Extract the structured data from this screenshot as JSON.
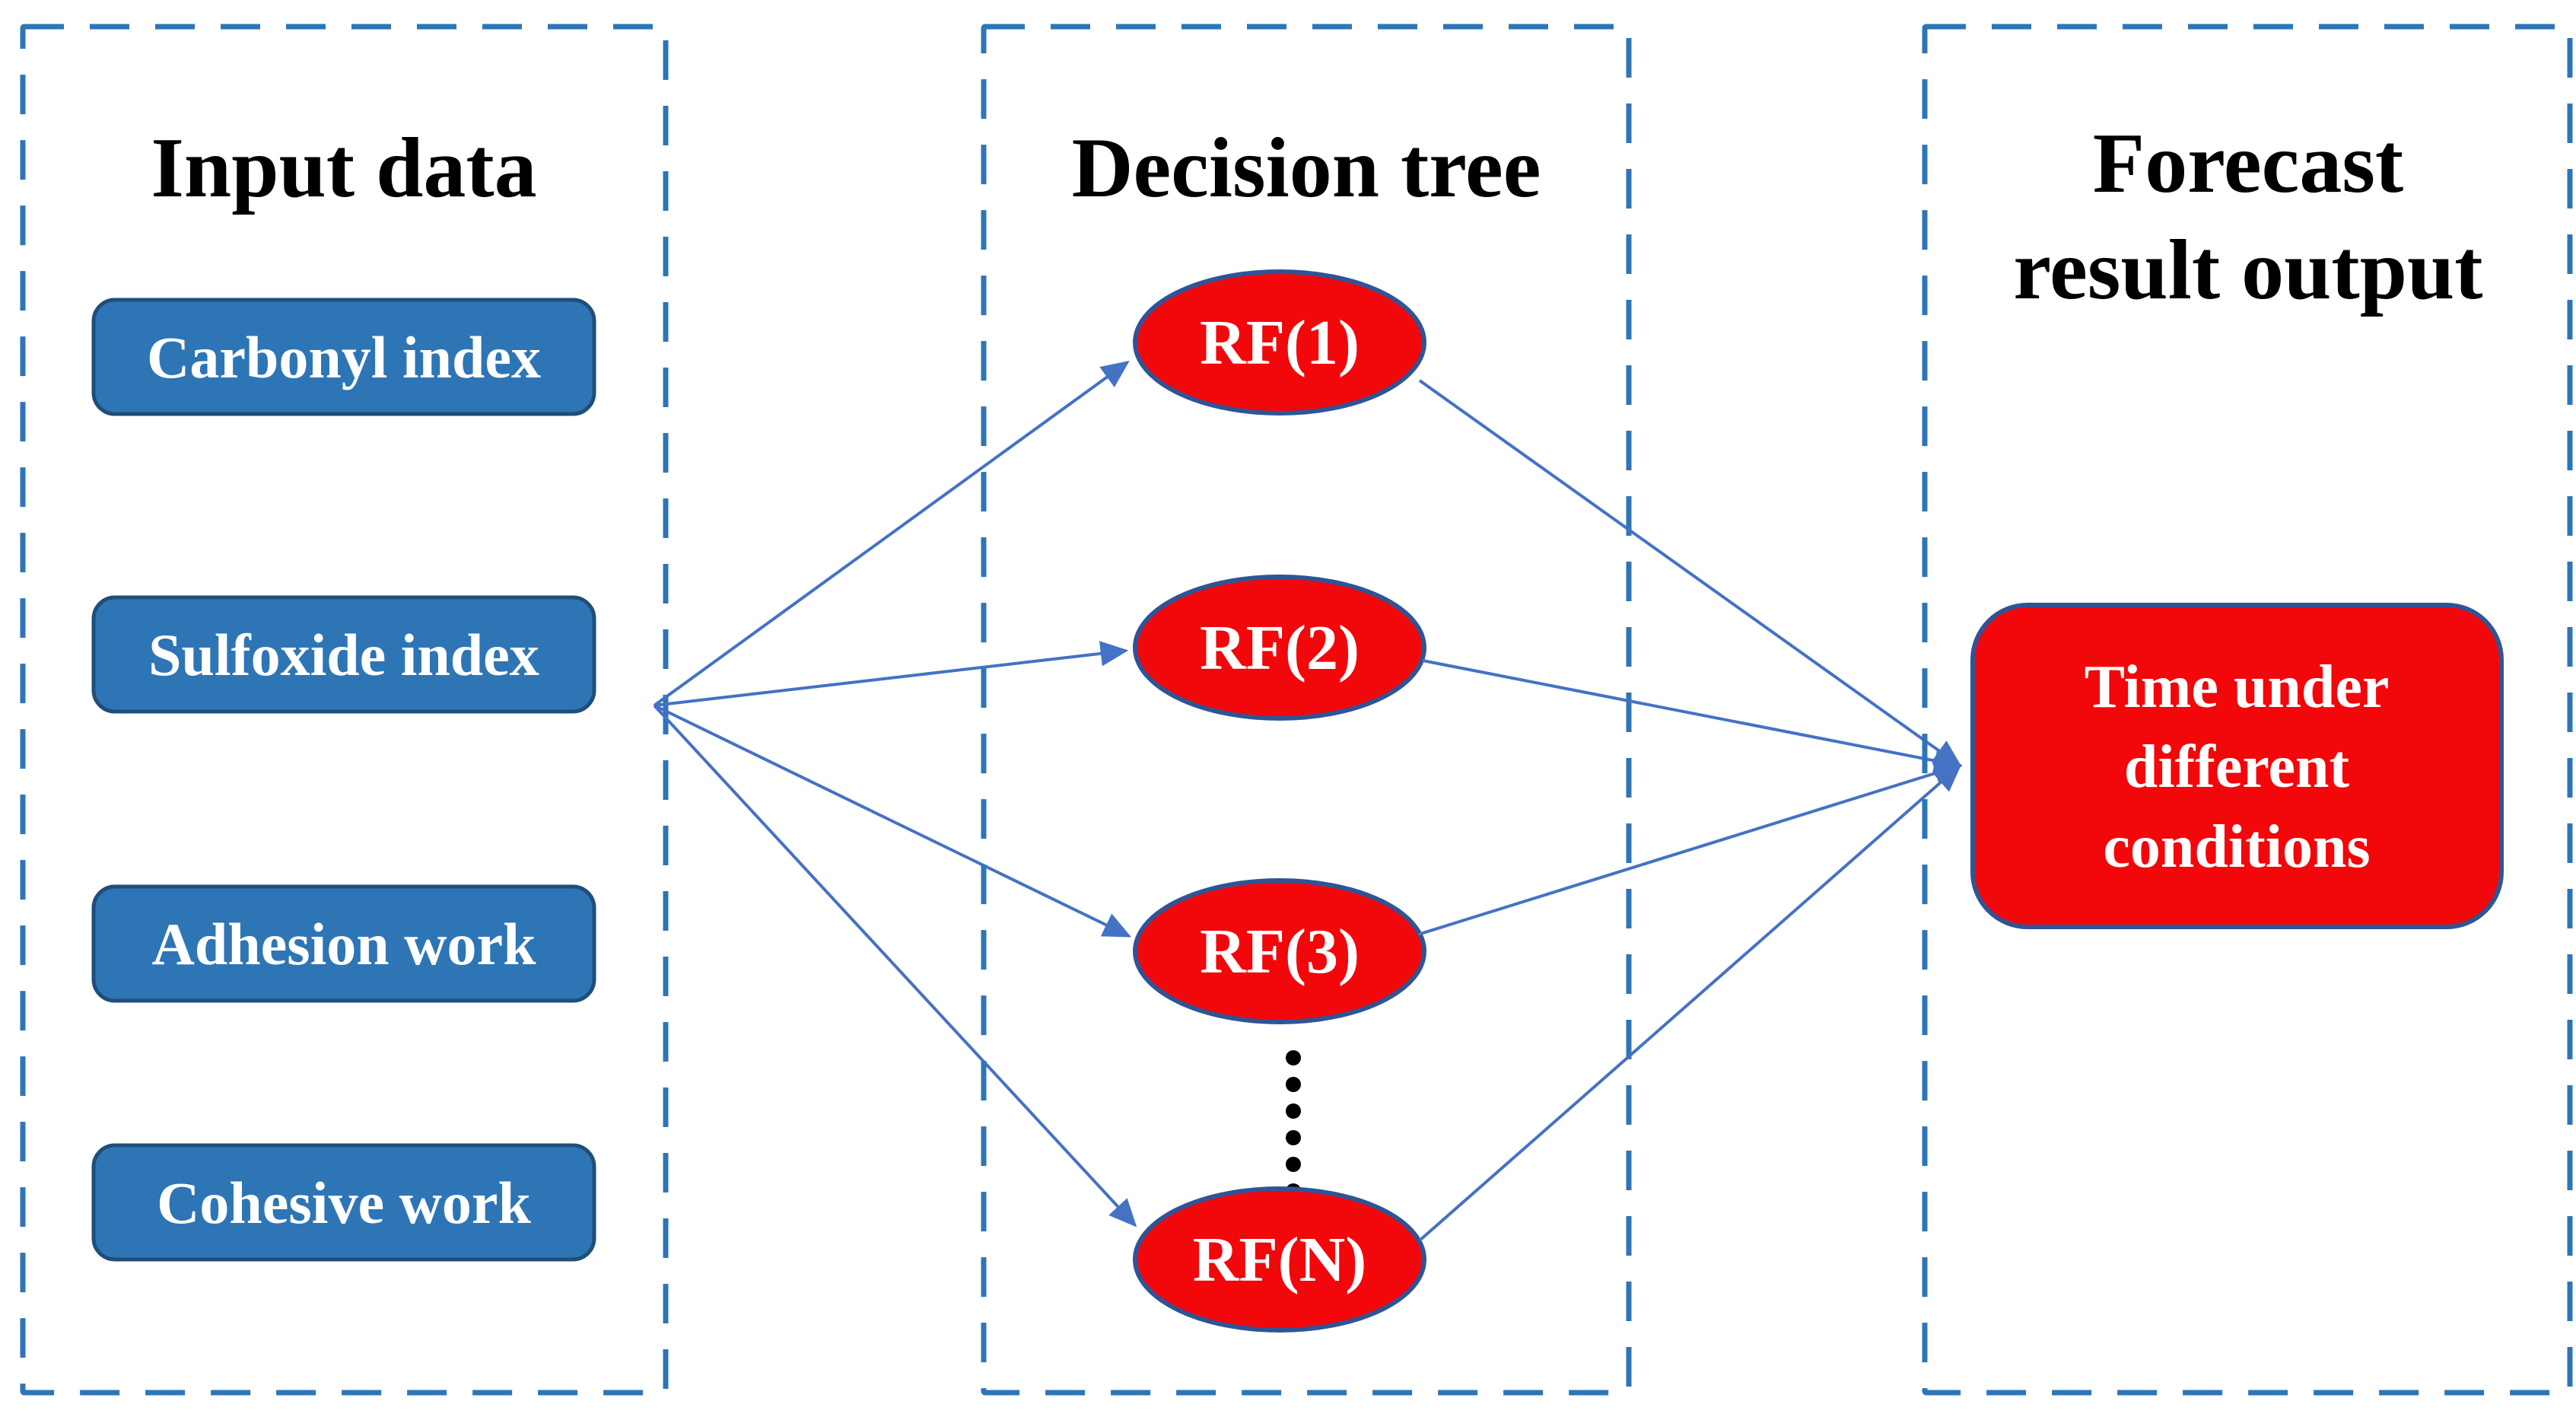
{
  "figure": {
    "columns": [
      {
        "title": "Input data",
        "items": [
          "Carbonyl index",
          "Sulfoxide index",
          "Adhesion work",
          "Cohesive work"
        ]
      },
      {
        "title": "Decision tree",
        "nodes": [
          "RF(1)",
          "RF(2)",
          "RF(3)",
          "RF(N)"
        ]
      },
      {
        "title_lines": [
          "Forecast",
          "result output"
        ],
        "output_box_lines": [
          "Time under",
          "different",
          "conditions"
        ]
      }
    ],
    "colors": {
      "panel_dash": "#2E75B6",
      "input_fill": "#2E75B6",
      "input_stroke": "#1F4E79",
      "node_fill": "#F2070B",
      "node_stroke": "#2F5496",
      "output_fill": "#F2070B",
      "output_stroke": "#2F5496",
      "arrow": "#4472C4",
      "heading_text": "#000000",
      "box_text": "#FFFFFF",
      "dot": "#000000"
    }
  }
}
